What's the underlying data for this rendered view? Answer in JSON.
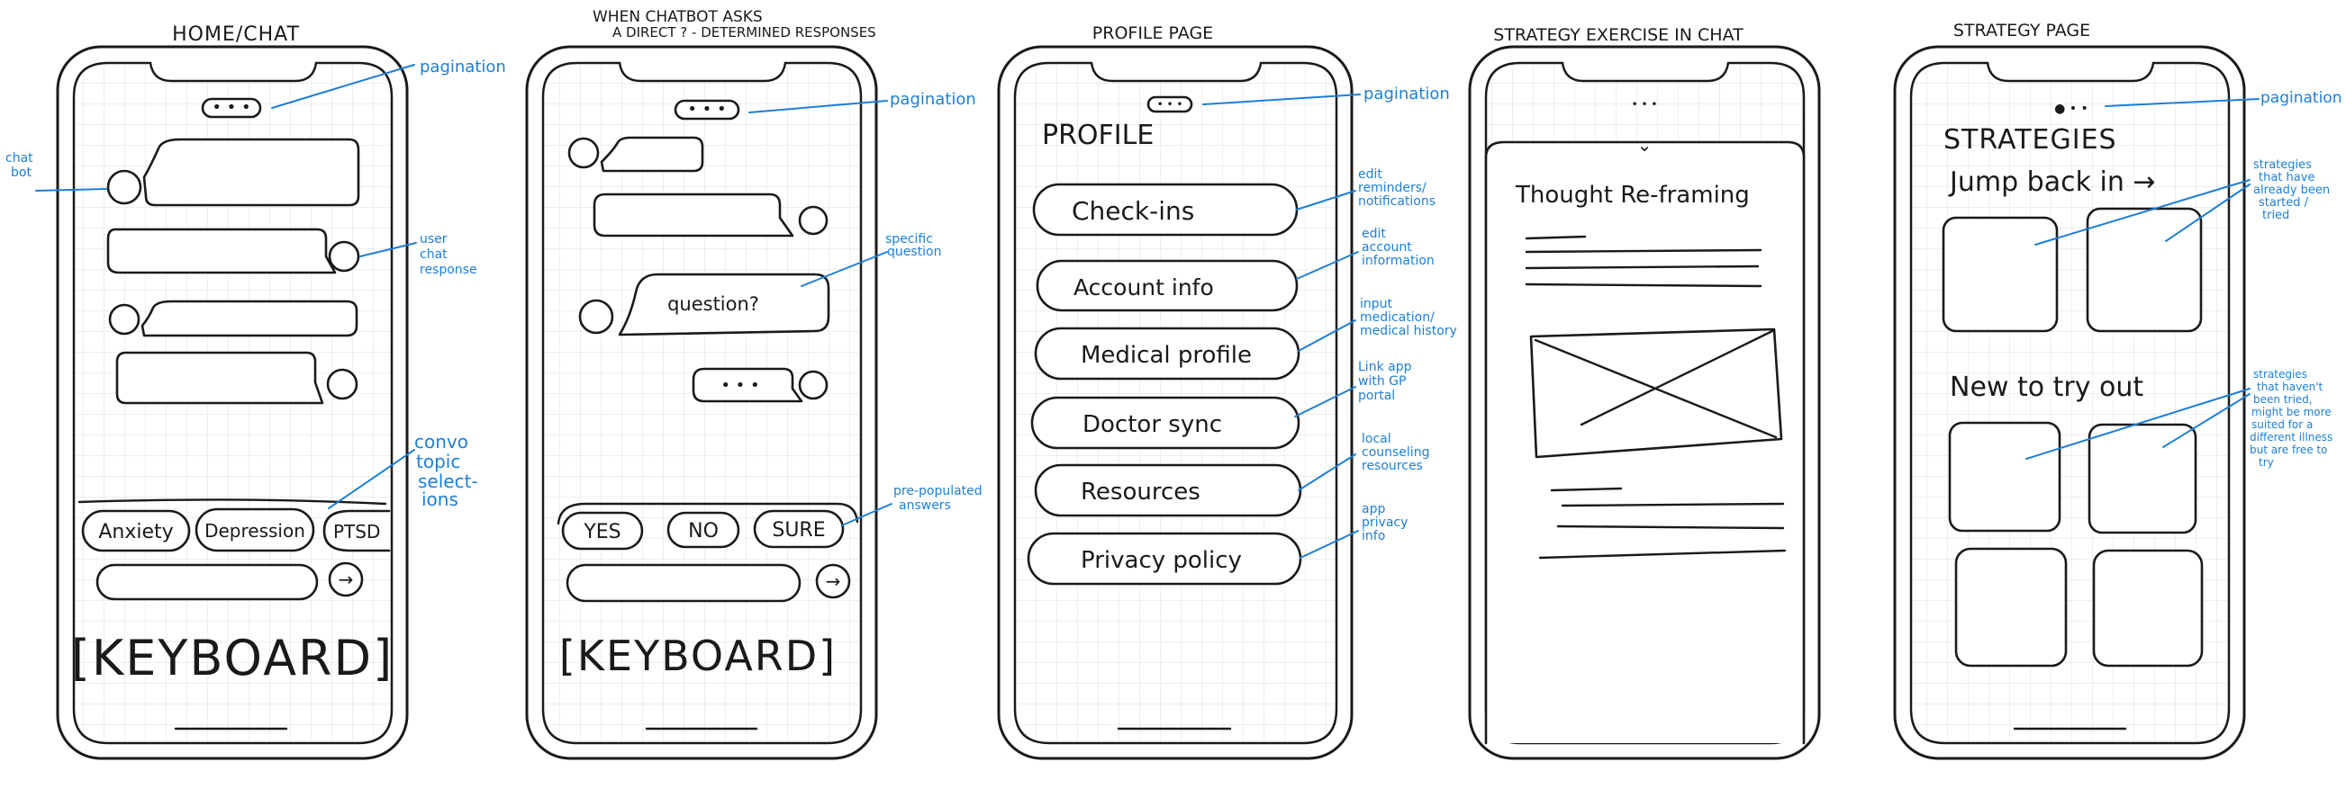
{
  "titles": {
    "home_chat": "HOME/CHAT",
    "direct_q_line1": "WHEN CHATBOT ASKS",
    "direct_q_line2": "A DIRECT ? - DETERMINED RESPONSES",
    "profile": "PROFILE PAGE",
    "strategy_exercise": "STRATEGY EXERCISE IN CHAT",
    "strategy_page": "STRATEGY PAGE"
  },
  "screen1": {
    "topics": [
      "Anxiety",
      "Depression",
      "PTSD"
    ],
    "keyboard": "[KEYBOARD]",
    "notes": {
      "pagination": "pagination",
      "chat_bot": [
        "chat",
        "bot"
      ],
      "user_chat_response": [
        "user",
        "chat",
        "response"
      ],
      "convo_topic": [
        "convo",
        "topic",
        "select-",
        "ions"
      ]
    }
  },
  "screen2": {
    "question": "question?",
    "typing": "• • •",
    "answers": [
      "YES",
      "NO",
      "SURE"
    ],
    "keyboard": "[KEYBOARD]",
    "notes": {
      "pagination": "pagination",
      "specific_question": [
        "specific",
        "question"
      ],
      "prepopulated": [
        "pre-populated",
        "answers"
      ]
    }
  },
  "screen3": {
    "heading": "PROFILE",
    "items": [
      "Check-ins",
      "Account info",
      "Medical profile",
      "Doctor sync",
      "Resources",
      "Privacy policy"
    ],
    "notes": {
      "pagination": "pagination",
      "edit_reminders": [
        "edit",
        "reminders/",
        "notifications"
      ],
      "edit_account": [
        "edit",
        "account",
        "information"
      ],
      "input_medication": [
        "input",
        "medication/",
        "medical history"
      ],
      "link_app": [
        "Link app",
        "with GP",
        "portal"
      ],
      "local_counseling": [
        "local",
        "counseling",
        "resources"
      ],
      "app_privacy": [
        "app",
        "privacy",
        "info"
      ]
    }
  },
  "screen4": {
    "chevron": "⌄",
    "heading": "Thought Re-framing"
  },
  "screen5": {
    "heading": "STRATEGIES",
    "jump_back": "Jump back in →",
    "new_to_try": "New to try out",
    "notes": {
      "pagination": "pagination",
      "started": [
        "strategies",
        "that have",
        "already been",
        "started /",
        "tried"
      ],
      "not_tried": [
        "strategies",
        "that haven't",
        "been tried,",
        "might be more",
        "suited for a",
        "different illness",
        "but are free to",
        "try"
      ]
    }
  }
}
